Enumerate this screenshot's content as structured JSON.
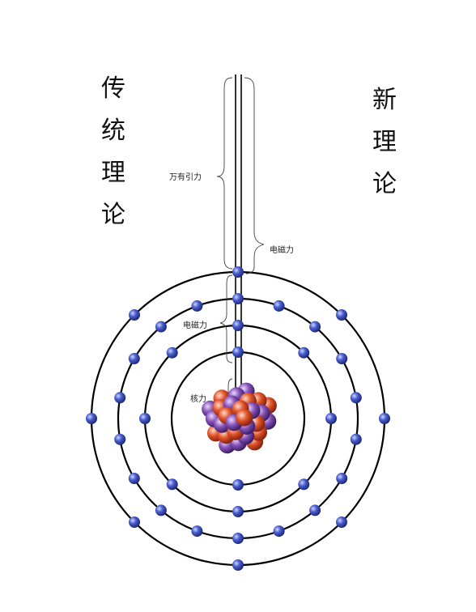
{
  "titles": {
    "traditional": "传\n统\n理\n论",
    "new": "新\n理\n论"
  },
  "labels": {
    "gravity": "万有引力",
    "electromagnetic_outer": "电磁力",
    "electromagnetic_inner": "电磁力",
    "nuclear": "核力"
  },
  "colors": {
    "ring": "#000000",
    "electron": "#4a5fcf",
    "electron_highlight": "#cfd6ff",
    "proton": "#e0542a",
    "neutron": "#8552b8",
    "nucleon_highlight": "#ffd9c9"
  },
  "atom": {
    "electron_shells": [
      {
        "shell": 1,
        "electron_count": 2
      },
      {
        "shell": 2,
        "electron_count": 8
      },
      {
        "shell": 3,
        "electron_count": 18
      },
      {
        "shell": 4,
        "electron_count": 8
      }
    ],
    "nucleus": {
      "protons": 14,
      "neutrons": 14
    }
  }
}
